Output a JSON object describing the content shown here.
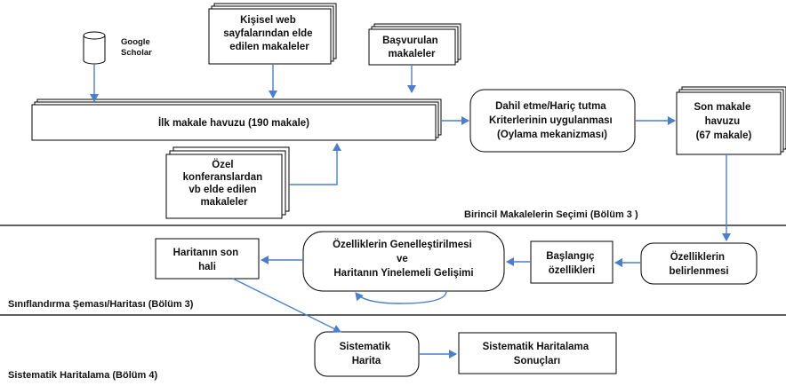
{
  "sources": {
    "google_scholar": [
      "Google",
      "Scholar"
    ],
    "personal_web": [
      "Kişisel web",
      "sayfalarından elde",
      "edilen makaleler"
    ],
    "referenced": [
      "Başvurulan",
      "makaleler"
    ],
    "conferences": [
      "Özel",
      "konferanslardan",
      "vb elde edilen",
      "makaleler"
    ]
  },
  "initial_pool": "İlk makale havuzu (190 makale)",
  "criteria": [
    "Dahil etme/Hariç tutma",
    "Kriterlerinin uygulanması",
    "(Oylama mekanizması)"
  ],
  "final_pool": [
    "Son makale",
    "havuzu",
    "(67 makale)"
  ],
  "feature_identification": [
    "Özelliklerin",
    "belirlenmesi"
  ],
  "initial_features": [
    "Başlangıç",
    "özellikleri"
  ],
  "generalization": [
    "Özelliklerin Genelleştirilmesi",
    "ve",
    "Haritanın Yinelemeli Gelişimi"
  ],
  "final_map": [
    "Haritanın son",
    "hali"
  ],
  "systematic_map": [
    "Sistematik",
    "Harita"
  ],
  "mapping_results": [
    "Sistematik Haritalama",
    "Sonuçları"
  ],
  "sections": {
    "primary_selection": "Birincil Makalelerin Seçimi (Bölüm 3 )",
    "classification": "Sınıflandırma Şeması/Haritası (Bölüm 3)",
    "systematic_mapping": "Sistematik Haritalama (Bölüm 4)"
  },
  "colors": {
    "arrow": "#4a7fd0",
    "stroke": "#000000",
    "divider": "#000000"
  }
}
